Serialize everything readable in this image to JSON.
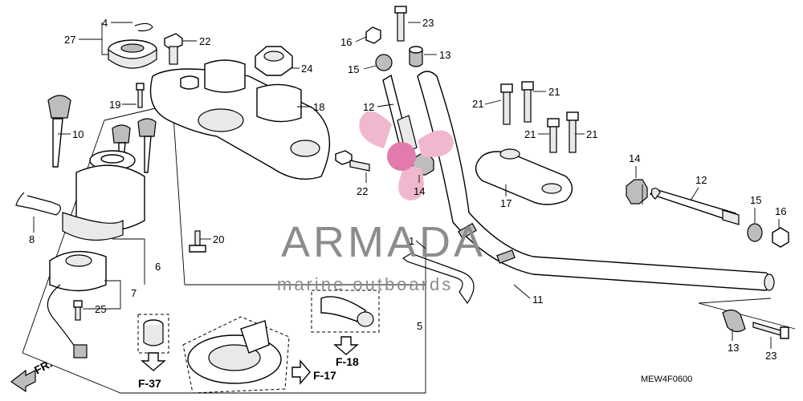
{
  "parts": [
    {
      "id": "p4",
      "label": "4"
    },
    {
      "id": "p27",
      "label": "27"
    },
    {
      "id": "p22a",
      "label": "22"
    },
    {
      "id": "p24",
      "label": "24"
    },
    {
      "id": "p19",
      "label": "19"
    },
    {
      "id": "p18",
      "label": "18"
    },
    {
      "id": "p10",
      "label": "10"
    },
    {
      "id": "p8",
      "label": "8"
    },
    {
      "id": "p20",
      "label": "20"
    },
    {
      "id": "p6",
      "label": "6"
    },
    {
      "id": "p7",
      "label": "7"
    },
    {
      "id": "p25",
      "label": "25"
    },
    {
      "id": "p5",
      "label": "5"
    },
    {
      "id": "p23a",
      "label": "23"
    },
    {
      "id": "p16a",
      "label": "16"
    },
    {
      "id": "p13a",
      "label": "13"
    },
    {
      "id": "p15a",
      "label": "15"
    },
    {
      "id": "p12a",
      "label": "12"
    },
    {
      "id": "p22b",
      "label": "22"
    },
    {
      "id": "p14a",
      "label": "14"
    },
    {
      "id": "p1",
      "label": "1"
    },
    {
      "id": "p11",
      "label": "11"
    },
    {
      "id": "p21a",
      "label": "21"
    },
    {
      "id": "p21b",
      "label": "21"
    },
    {
      "id": "p21c",
      "label": "21"
    },
    {
      "id": "p21d",
      "label": "21"
    },
    {
      "id": "p17",
      "label": "17"
    },
    {
      "id": "p14b",
      "label": "14"
    },
    {
      "id": "p12b",
      "label": "12"
    },
    {
      "id": "p15b",
      "label": "15"
    },
    {
      "id": "p16b",
      "label": "16"
    },
    {
      "id": "p13b",
      "label": "13"
    },
    {
      "id": "p23b",
      "label": "23"
    }
  ],
  "references": [
    {
      "id": "f37",
      "label": "F-37"
    },
    {
      "id": "f17",
      "label": "F-17"
    },
    {
      "id": "f18",
      "label": "F-18"
    }
  ],
  "front_indicator": "FR.",
  "diagram_code": "MEW4F0600",
  "watermark": {
    "title": "ARMADA",
    "subtitle": "marine outboards",
    "colors": {
      "logo": "#e8a0bf",
      "logo_center": "#d0609a",
      "text": "#8c8c8c"
    }
  },
  "colors": {
    "background": "#ffffff",
    "line": "#000000"
  }
}
